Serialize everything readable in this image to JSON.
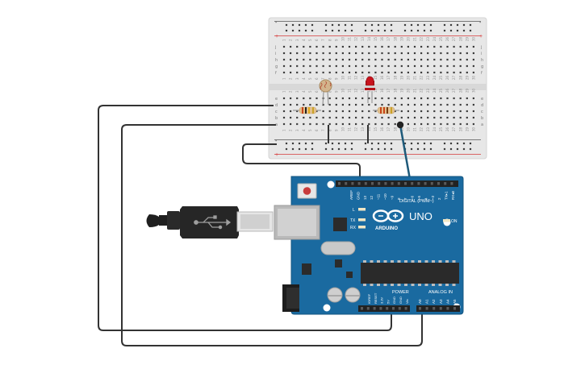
{
  "board": {
    "logo_text": "ARDUINO",
    "model": "UNO",
    "digital_label": "DIGITAL (PWM~)",
    "power_label": "POWER",
    "analog_label": "ANALOG IN",
    "led_l": "L",
    "led_tx": "TX",
    "led_rx": "RX",
    "led_on": "ON",
    "top_header_labels": [
      "AREF",
      "GND",
      "13",
      "12",
      "~11",
      "~10",
      "~9",
      "8",
      "7",
      "~6",
      "~5",
      "4",
      "~3",
      "2",
      "TX▸1",
      "RX◂0"
    ],
    "power_pin_labels": [
      "IOREF",
      "RESET",
      "3.3V",
      "5V",
      "GND",
      "GND",
      "Vin"
    ],
    "analog_pin_labels": [
      "A0",
      "A1",
      "A2",
      "A3",
      "A4",
      "A5"
    ]
  },
  "breadboard": {
    "row_letters_top": [
      "j",
      "i",
      "h",
      "g",
      "f"
    ],
    "row_letters_bottom": [
      "e",
      "d",
      "c",
      "b",
      "a"
    ],
    "rail_plus": "+",
    "rail_minus": "-",
    "columns": 30
  },
  "colors": {
    "board_blue": "#1a6aa0",
    "wire": "#333333",
    "signal_wire": "#1e5a7a",
    "led_red": "#c8141e",
    "rail_red": "#d63a3a"
  }
}
